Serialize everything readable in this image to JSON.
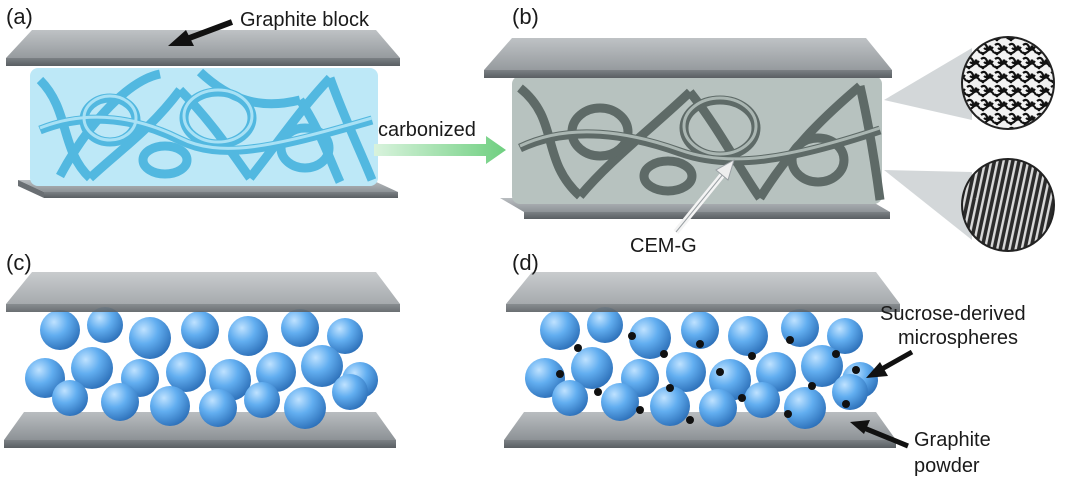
{
  "panels": {
    "a": {
      "label": "(a)",
      "annotation": "Graphite block"
    },
    "b": {
      "label": "(b)",
      "annotation": "CEM-G"
    },
    "c": {
      "label": "(c)"
    },
    "d": {
      "label": "(d)",
      "annotation_top_line1": "Sucrose-derived",
      "annotation_top_line2": "microspheres",
      "annotation_bottom_line1": "Graphite",
      "annotation_bottom_line2": "powder"
    }
  },
  "process_arrow": {
    "label": "carbonized"
  },
  "colors": {
    "plate_top": "#9a9fa3",
    "plate_edge": "#6f7478",
    "foam_blue": "#7fd0ee",
    "foam_blue_dark": "#3aa6d2",
    "foam_carbon": "#7d8a86",
    "foam_carbon_dark": "#4d5653",
    "sphere_blue": "#5aa3e0",
    "graphite_particle": "#111111",
    "arrow_green": "#8fd89a"
  },
  "icons": {
    "zoom_inset_top": "porous-carbon-texture",
    "zoom_inset_bottom": "graphite-lattice-texture"
  }
}
